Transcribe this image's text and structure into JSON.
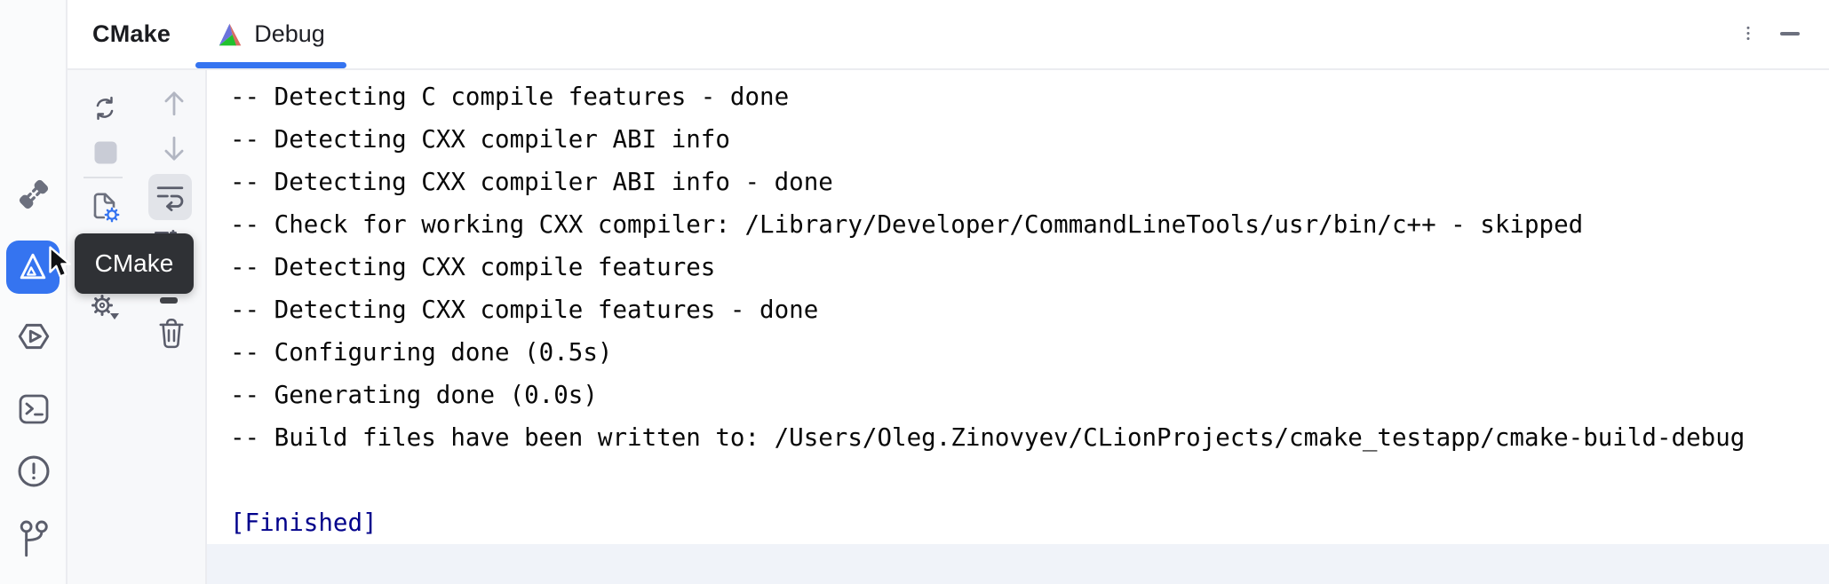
{
  "tool_window": {
    "title": "CMake",
    "tabs": [
      {
        "label": "Debug",
        "active": true
      }
    ]
  },
  "header_actions": {
    "more_icon": "kebab-menu-icon",
    "hide_icon": "minimize-icon"
  },
  "tool_window_bar": {
    "items": [
      {
        "icon": "plug-disconnect-icon",
        "active": false
      },
      {
        "icon": "cmake-icon",
        "active": true
      },
      {
        "icon": "services-hexagon-play-icon",
        "active": false
      },
      {
        "icon": "terminal-icon",
        "active": false
      },
      {
        "icon": "problems-exclamation-icon",
        "active": false
      },
      {
        "icon": "git-branch-icon",
        "active": false
      }
    ]
  },
  "tooltip": {
    "text": "CMake"
  },
  "toolbar": {
    "left_actions": [
      {
        "icon": "reload-refresh-icon",
        "disabled": false
      },
      {
        "icon": "stop-icon",
        "disabled": true
      },
      {
        "icon": "file-with-gear-icon",
        "disabled": false
      },
      {
        "icon": "gear-dropdown-icon",
        "disabled": false
      }
    ],
    "right_actions": [
      {
        "icon": "arrow-up-icon",
        "disabled": true
      },
      {
        "icon": "arrow-down-icon",
        "disabled": true
      },
      {
        "icon": "soft-wrap-icon",
        "selected": true
      },
      {
        "icon": "scroll-to-end-icon",
        "partially_hidden": true
      },
      {
        "icon": "print-icon",
        "partially_hidden": true
      },
      {
        "icon": "trash-icon",
        "disabled": false
      }
    ]
  },
  "console": {
    "lines": [
      {
        "text": "-- Detecting C compile features - done",
        "type": "output"
      },
      {
        "text": "-- Detecting CXX compiler ABI info",
        "type": "output"
      },
      {
        "text": "-- Detecting CXX compiler ABI info - done",
        "type": "output"
      },
      {
        "text": "-- Check for working CXX compiler: /Library/Developer/CommandLineTools/usr/bin/c++ - skipped",
        "type": "output"
      },
      {
        "text": "-- Detecting CXX compile features",
        "type": "output"
      },
      {
        "text": "-- Detecting CXX compile features - done",
        "type": "output"
      },
      {
        "text": "-- Configuring done (0.5s)",
        "type": "output"
      },
      {
        "text": "-- Generating done (0.0s)",
        "type": "output"
      },
      {
        "text": "-- Build files have been written to: /Users/Oleg.Zinovyev/CLionProjects/cmake_testapp/cmake-build-debug",
        "type": "output"
      },
      {
        "text": "",
        "type": "blank"
      },
      {
        "text": "[Finished]",
        "type": "system"
      },
      {
        "text": "",
        "type": "caret-line"
      }
    ]
  },
  "colors": {
    "accent": "#3574F0",
    "system_message": "#00008B",
    "console_text": "#080808",
    "caret_line_bg": "#F0F3F9",
    "tooltip_bg": "#2F3135",
    "border": "#EBECF0",
    "icon": "#5A5D6B",
    "icon_disabled": "#B2B6C2",
    "cmake_logo_blue": "#6B74DC",
    "cmake_logo_red": "#DA6C63",
    "cmake_logo_green": "#21C12E"
  }
}
